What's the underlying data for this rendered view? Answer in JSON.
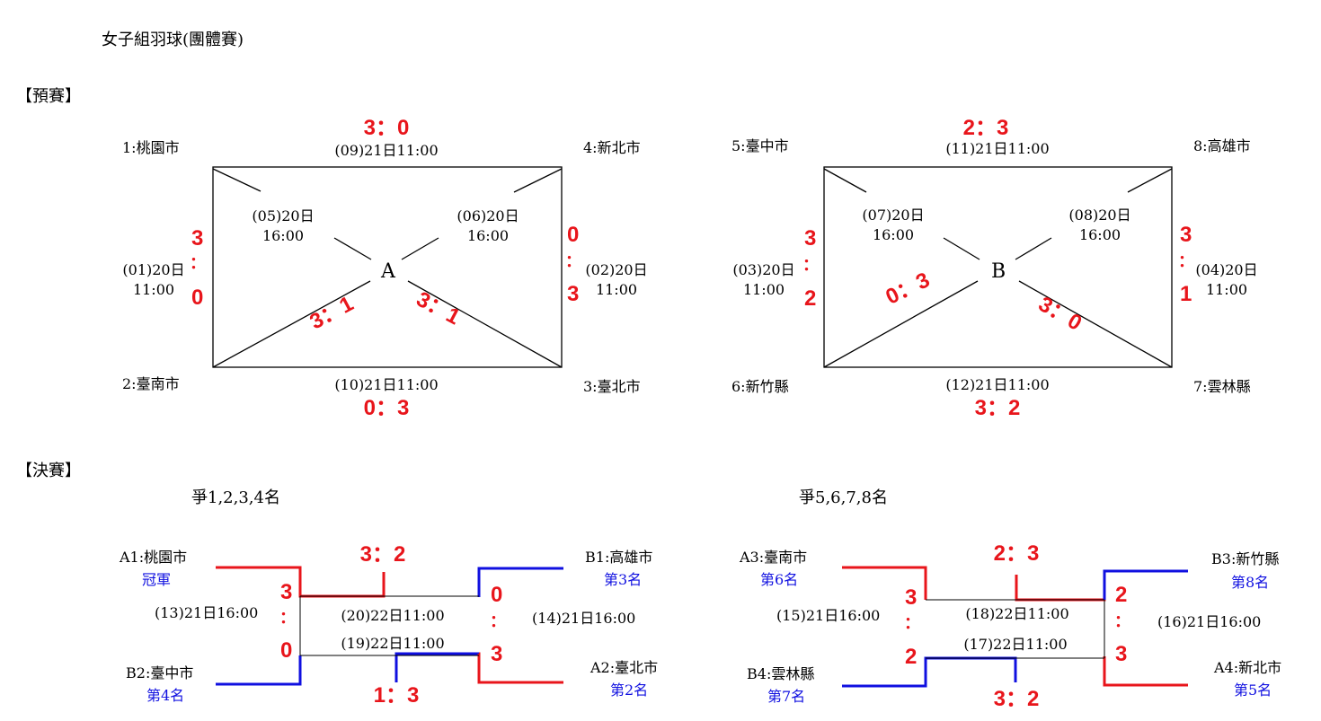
{
  "title": "女子組羽球(團體賽)",
  "sections": {
    "prelim": "【預賽】",
    "final": "【決賽】"
  },
  "groupA": {
    "label": "A",
    "teams": [
      "1:桃園市",
      "4:新北市",
      "2:臺南市",
      "3:臺北市"
    ],
    "matches": {
      "m09": "(09)21日11:00",
      "m10": "(10)21日11:00",
      "m05": "(05)20日\n16:00",
      "m06": "(06)20日\n16:00",
      "m01": "(01)20日\n11:00",
      "m02": "(02)20日\n11:00"
    },
    "scores": {
      "top": "3：0",
      "bottom": "0：3",
      "left_a": "3",
      "left_sep": "：",
      "left_b": "0",
      "right_a": "0",
      "right_sep": "：",
      "right_b": "3",
      "diag_left": "3：1",
      "diag_right": "3：1"
    }
  },
  "groupB": {
    "label": "B",
    "teams": [
      "5:臺中市",
      "8:高雄市",
      "6:新竹縣",
      "7:雲林縣"
    ],
    "matches": {
      "m11": "(11)21日11:00",
      "m12": "(12)21日11:00",
      "m07": "(07)20日\n16:00",
      "m08": "(08)20日\n16:00",
      "m03": "(03)20日\n11:00",
      "m04": "(04)20日\n11:00"
    },
    "scores": {
      "top": "2：3",
      "bottom": "3：2",
      "left_a": "3",
      "left_sep": "：",
      "left_b": "2",
      "right_a": "3",
      "right_sep": "：",
      "right_b": "1",
      "diag_left": "0：3",
      "diag_right": "3：0"
    }
  },
  "final14": {
    "heading": "爭1,2,3,4名",
    "teams": {
      "a1": "A1:桃園市",
      "a1_rank": "冠軍",
      "b2": "B2:臺中市",
      "b2_rank": "第4名",
      "b1": "B1:高雄市",
      "b1_rank": "第3名",
      "a2": "A2:臺北市",
      "a2_rank": "第2名"
    },
    "matches": {
      "m13": "(13)21日16:00",
      "m14": "(14)21日16:00",
      "m20": "(20)22日11:00",
      "m19": "(19)22日11:00"
    },
    "scores": {
      "m13_a": "3",
      "m13_sep": "：",
      "m13_b": "0",
      "m14_a": "0",
      "m14_sep": "：",
      "m14_b": "3",
      "m20": "3：2",
      "m19": "1：3"
    }
  },
  "final58": {
    "heading": "爭5,6,7,8名",
    "teams": {
      "a3": "A3:臺南市",
      "a3_rank": "第6名",
      "b4": "B4:雲林縣",
      "b4_rank": "第7名",
      "b3": "B3:新竹縣",
      "b3_rank": "第8名",
      "a4": "A4:新北市",
      "a4_rank": "第5名"
    },
    "matches": {
      "m15": "(15)21日16:00",
      "m16": "(16)21日16:00",
      "m18": "(18)22日11:00",
      "m17": "(17)22日11:00"
    },
    "scores": {
      "m15_a": "3",
      "m15_sep": "：",
      "m15_b": "2",
      "m16_a": "2",
      "m16_sep": "：",
      "m16_b": "3",
      "m18": "2：3",
      "m17": "3：2"
    }
  },
  "colors": {
    "win_red": "#e8151b",
    "win_blue": "#1010e0",
    "line": "#000000"
  }
}
